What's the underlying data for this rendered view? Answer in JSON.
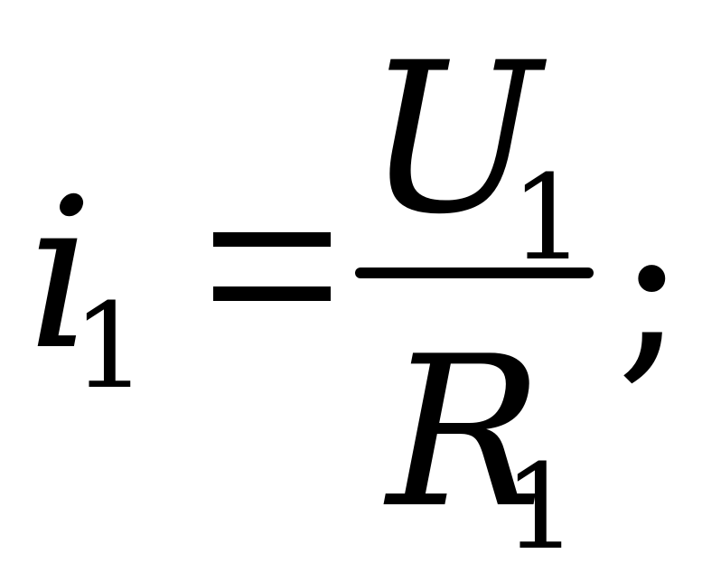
{
  "formula": {
    "lhs": {
      "variable": "i",
      "subscript": "1"
    },
    "operator": "=",
    "fraction": {
      "numerator": {
        "variable": "U",
        "subscript": "1"
      },
      "denominator": {
        "variable": "R",
        "subscript": "1"
      }
    },
    "terminator": ";"
  }
}
